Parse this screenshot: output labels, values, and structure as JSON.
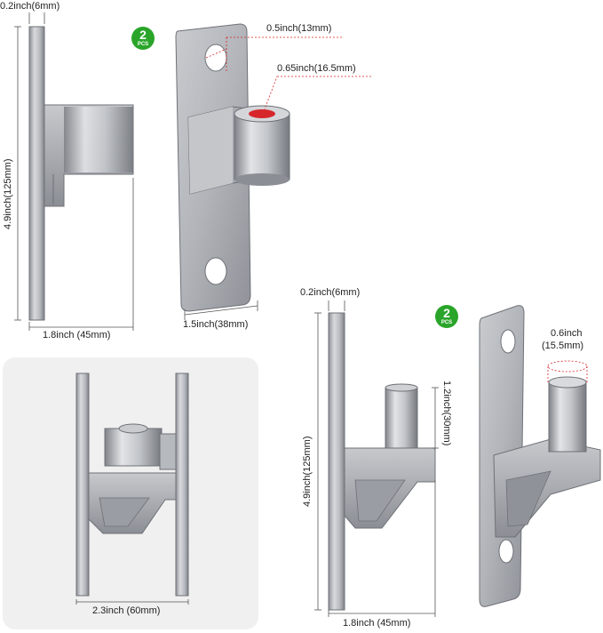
{
  "colors": {
    "metal_light": "#d6d8dc",
    "metal_mid": "#a9acb2",
    "metal_dark": "#6e7177",
    "badge_green": "#2aa52a",
    "accent_red": "#d6262b",
    "dim_line": "#555555",
    "panel_bg": "#f0f0f0"
  },
  "badges": [
    {
      "count": "2",
      "unit": "PCS"
    },
    {
      "count": "2",
      "unit": "PCS"
    }
  ],
  "top_bracket": {
    "thickness": "0.2inch(6mm)",
    "height": "4.9inch(125mm)",
    "width": "1.8inch (45mm)",
    "hole": "0.5inch(13mm)",
    "socket": "0.65inch(16.5mm)",
    "plate_width": "1.5inch(38mm)"
  },
  "assembled": {
    "width": "2.3inch (60mm)"
  },
  "pin_bracket": {
    "thickness": "0.2inch(6mm)",
    "height": "4.9inch(125mm)",
    "pin_height": "1.2inch(30mm)",
    "width": "1.8inch (45mm)",
    "pin_diameter_line1": "0.6inch",
    "pin_diameter_line2": "(15.5mm)"
  }
}
